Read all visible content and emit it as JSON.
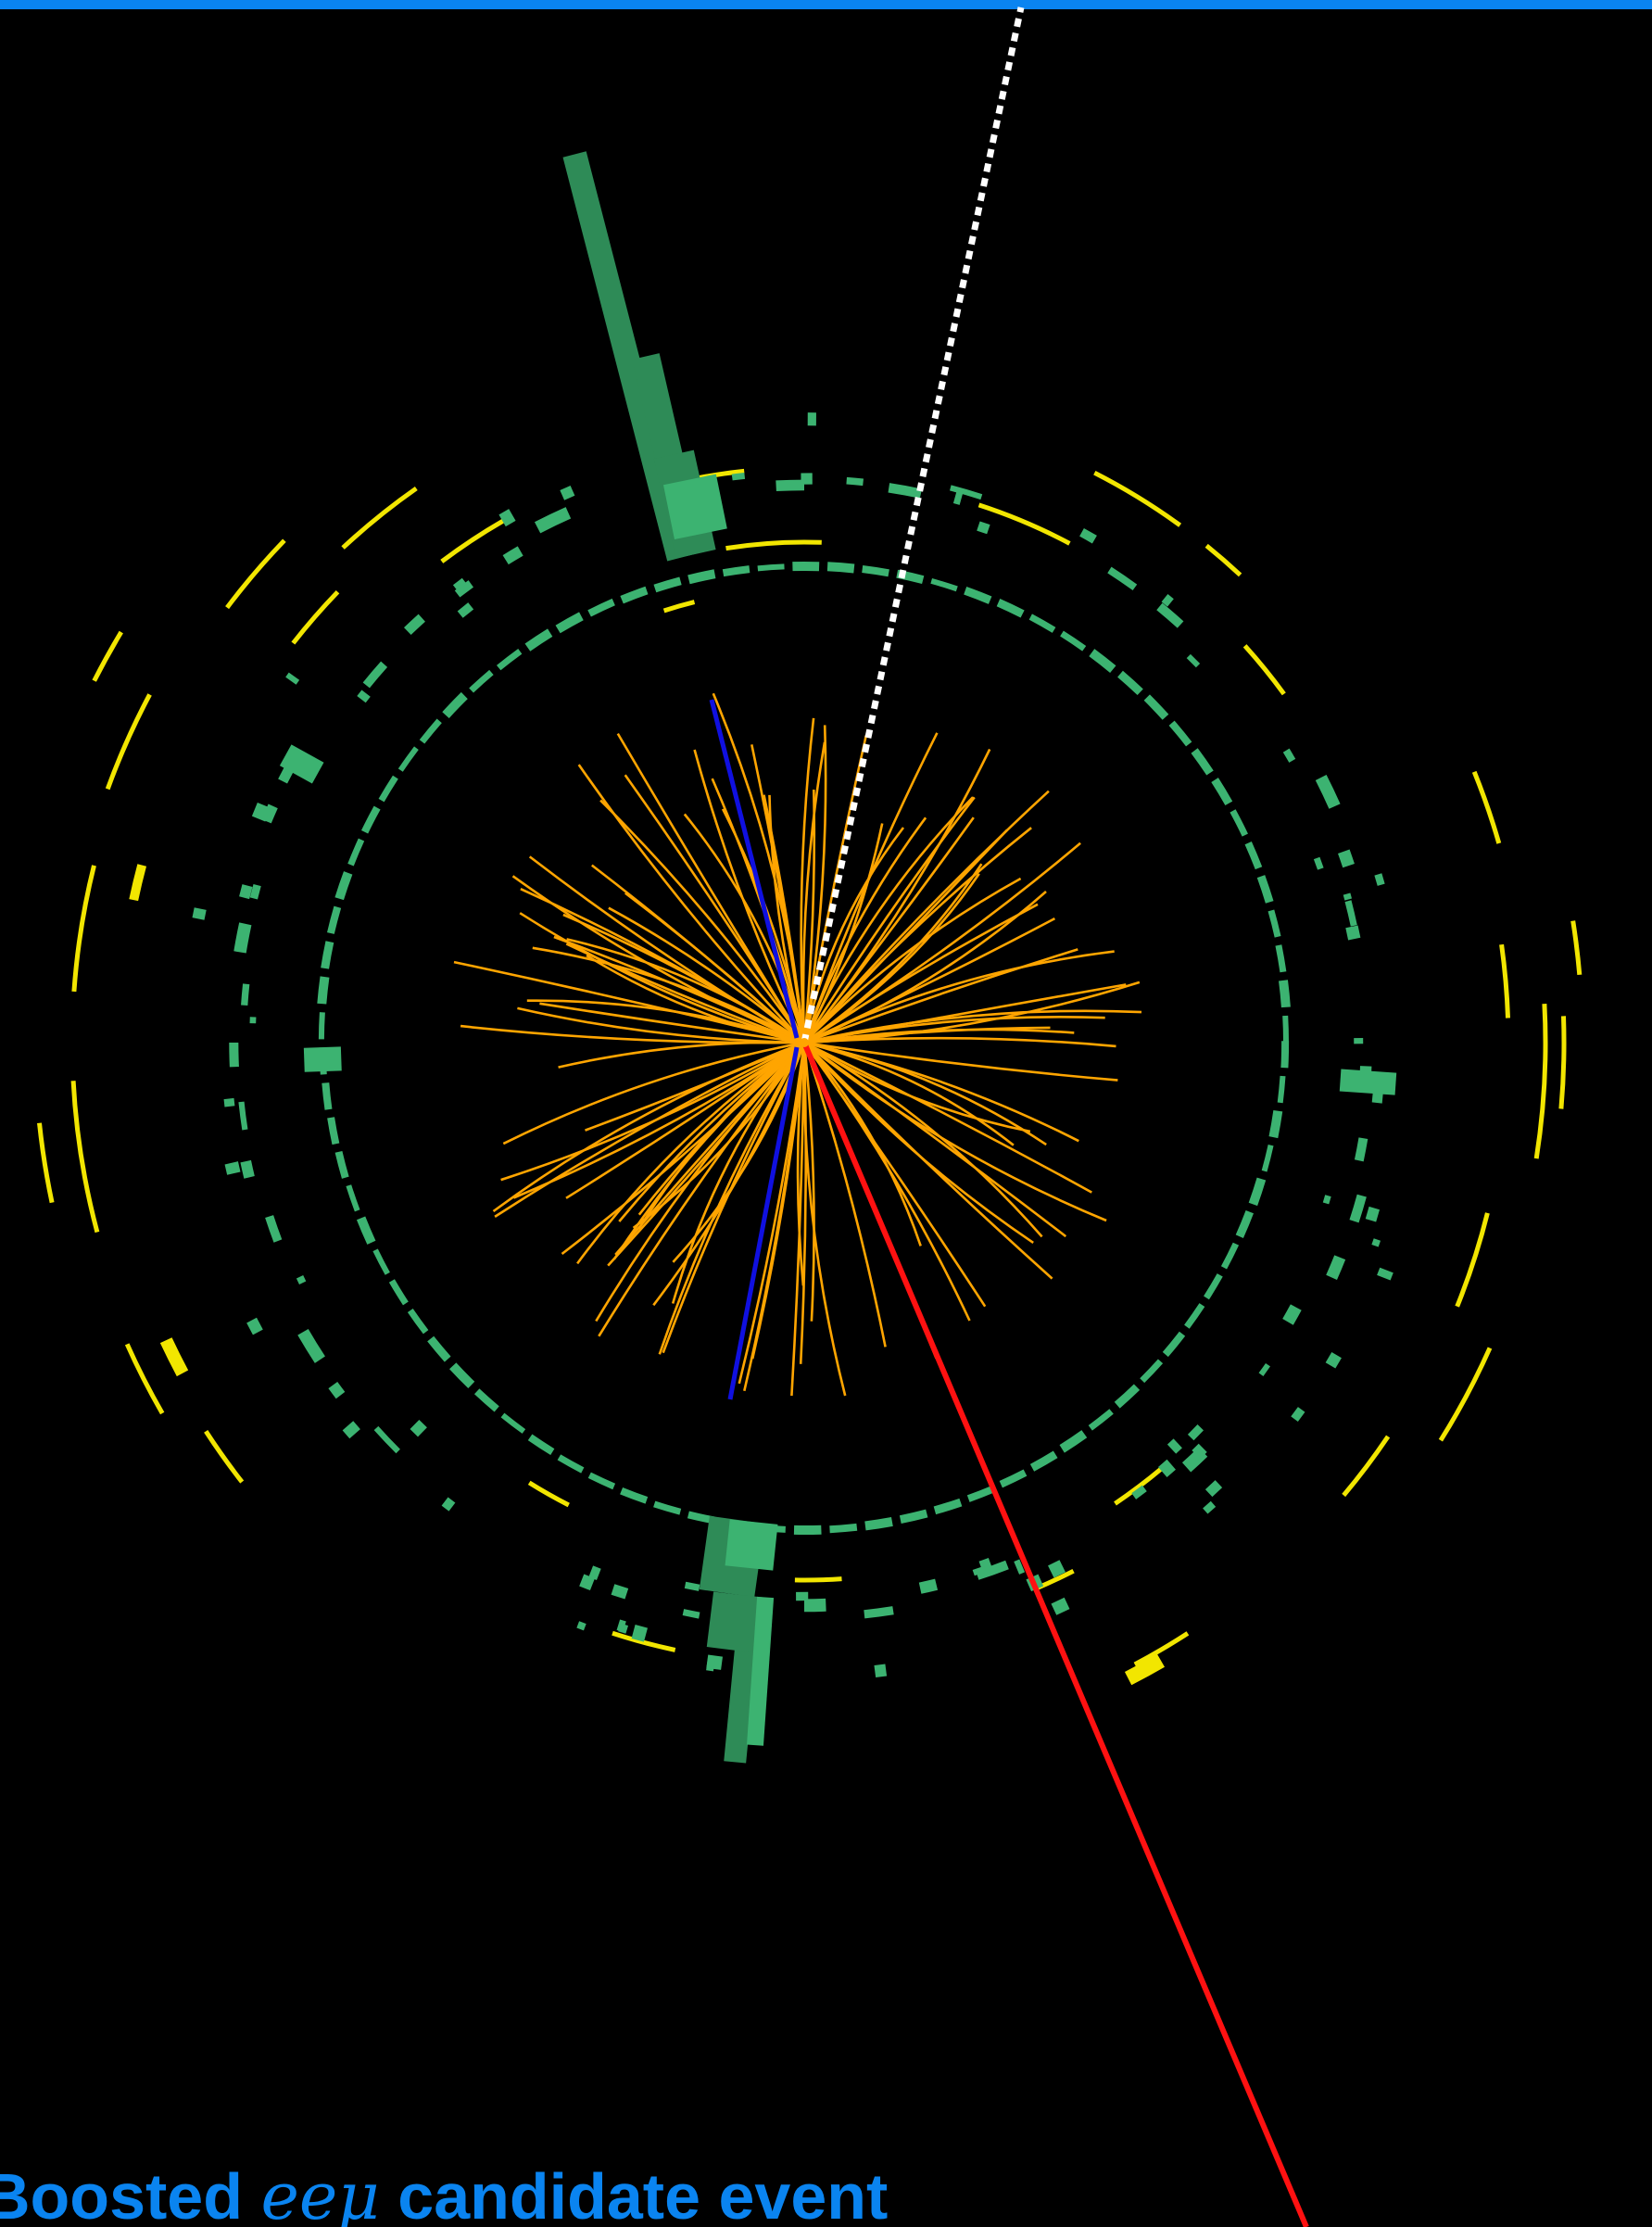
{
  "colors": {
    "background": "#000000",
    "accent_bar": "#0A84F0",
    "caption": "#0A84F0",
    "tracks": "#FFA500",
    "electron_track": "#1010E0",
    "muon_track": "#FF1111",
    "missing_energy": "#FFFFFF",
    "em_calorimeter": "#2E8B57",
    "inner_calorimeter": "#3CB371",
    "muon_chambers": "#F2E600"
  },
  "icons": {
    "vertex": "interaction-vertex-icon"
  },
  "caption": {
    "prefix": "Boosted ",
    "math": "eeμ",
    "suffix": " candidate event"
  }
}
